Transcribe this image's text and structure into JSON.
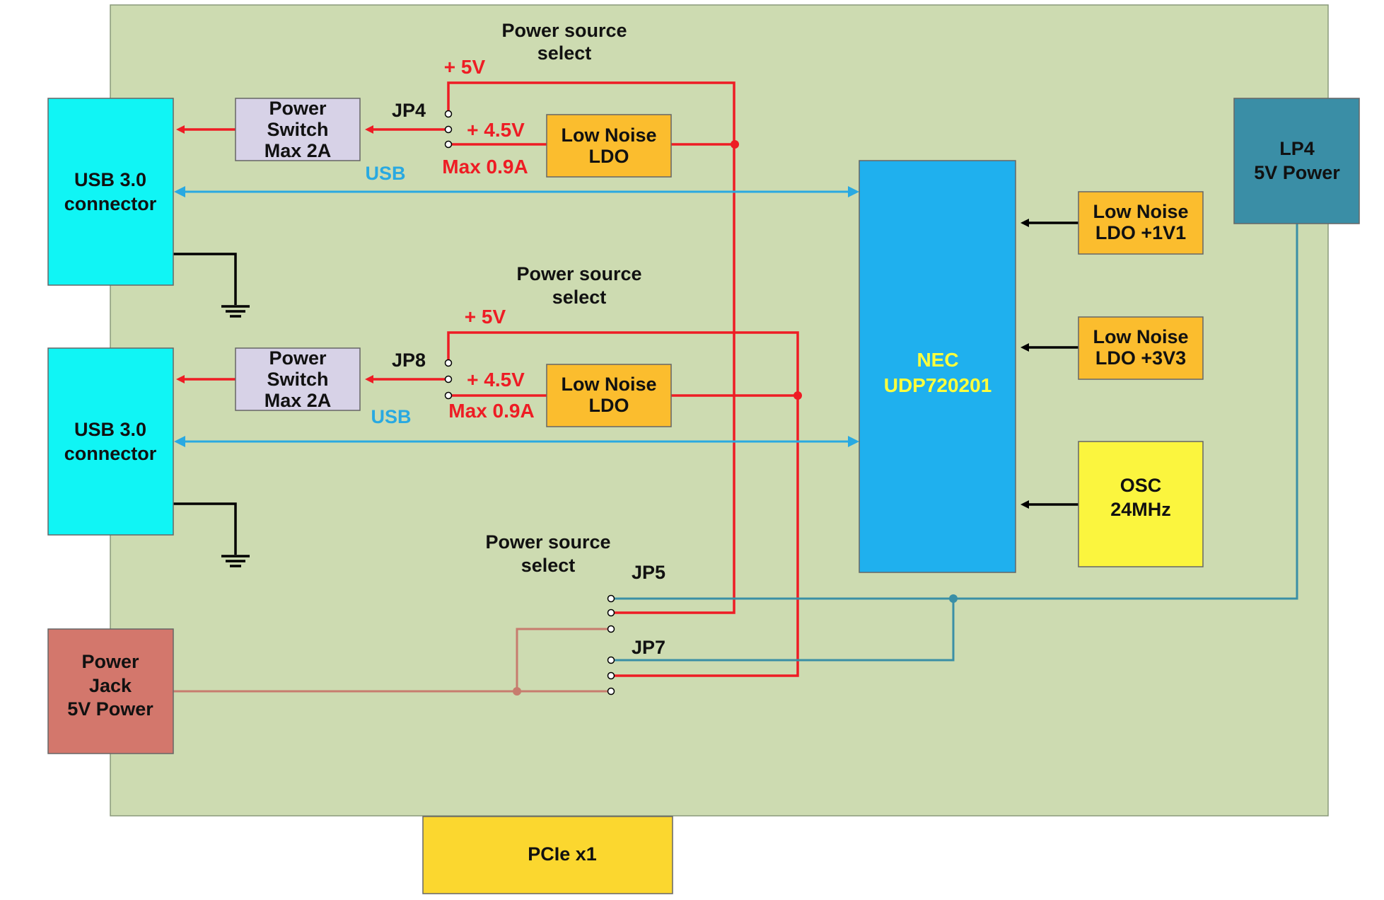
{
  "usb_connector_1": [
    "USB 3.0",
    "connector"
  ],
  "usb_connector_2": [
    "USB 3.0",
    "connector"
  ],
  "power_switch_1": [
    "Power",
    "Switch",
    "Max 2A"
  ],
  "power_switch_2": [
    "Power",
    "Switch",
    "Max 2A"
  ],
  "ldo_1": [
    "Low Noise",
    "LDO"
  ],
  "ldo_2": [
    "Low Noise",
    "LDO"
  ],
  "ldo_1v1": [
    "Low Noise",
    "LDO +1V1"
  ],
  "ldo_3v3": [
    "Low Noise",
    "LDO +3V3"
  ],
  "osc": [
    "OSC",
    "24MHz"
  ],
  "nec": [
    "NEC",
    "UDP720201"
  ],
  "lp4": [
    "LP4",
    "5V Power"
  ],
  "power_jack": [
    "Power",
    "Jack",
    "5V Power"
  ],
  "pcie": "PCIe x1",
  "power_source_select_1": [
    "Power source",
    "select"
  ],
  "power_source_select_2": [
    "Power source",
    "select"
  ],
  "power_source_select_3": [
    "Power source",
    "select"
  ],
  "jumpers": {
    "jp4": "JP4",
    "jp8": "JP8",
    "jp5": "JP5",
    "jp7": "JP7"
  },
  "rail_labels": {
    "v5_a": "+ 5V",
    "v45_a": "+ 4.5V",
    "max_a": "Max 0.9A",
    "v5_b": "+ 5V",
    "v45_b": "+ 4.5V",
    "max_b": "Max 0.9A"
  },
  "usb_labels": {
    "a": "USB",
    "b": "USB"
  },
  "colors": {
    "board": "#cddbb1",
    "usb_connector": "#10f5f5",
    "power_switch": "#d7d2e7",
    "ldo": "#fbbd2e",
    "nec_chip": "#1fb0ee",
    "osc": "#fbf53e",
    "lp4": "#3a8ea6",
    "power_jack": "#d3776c",
    "pcie": "#fbd72f",
    "power_wire": "#ee1c24",
    "usb_wire": "#29a9e1",
    "teal_wire": "#3a8fa6",
    "jack_wire": "#c77c6e"
  }
}
